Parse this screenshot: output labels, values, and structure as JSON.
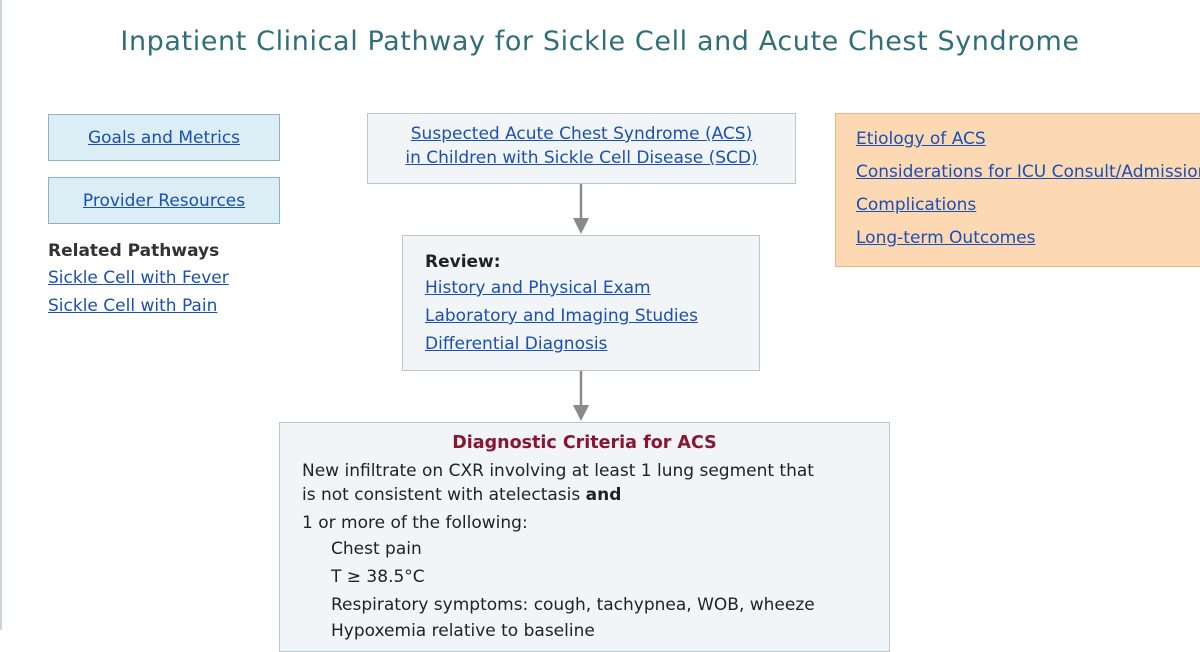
{
  "title": "Inpatient Clinical Pathway for Sickle Cell and Acute Chest Syndrome",
  "left": {
    "goals_label": "Goals and Metrics",
    "resources_label": "Provider Resources",
    "related_heading": "Related Pathways",
    "related_links": [
      "Sickle Cell with Fever",
      "Sickle Cell with Pain"
    ]
  },
  "flow": {
    "start_line1": "Suspected Acute Chest Syndrome (ACS)",
    "start_line2": "in Children with Sickle Cell Disease (SCD)",
    "review_heading": "Review:",
    "review_links": [
      "History and Physical Exam",
      "Laboratory and Imaging Studies",
      "Differential Diagnosis"
    ],
    "criteria": {
      "title": "Diagnostic Criteria for ACS",
      "line1": "New infiltrate on CXR involving at least 1 lung segment that",
      "line2": "is not consistent with atelectasis",
      "line2_bold": "and",
      "line3": "1 or more of the following:",
      "items": [
        "Chest pain",
        "T ≥ 38.5°C",
        "Respiratory symptoms: cough, tachypnea, WOB, wheeze",
        "Hypoxemia relative to baseline"
      ]
    }
  },
  "right": {
    "links": [
      "Etiology of ACS",
      "Considerations for ICU Consult/Admission",
      "Complications",
      "Long-term Outcomes"
    ]
  },
  "colors": {
    "title": "#2f6f79",
    "link": "#1a4fb8",
    "side_box_fill": "#dceef5",
    "flow_box_fill": "#f2f5f7",
    "ref_box_fill": "#fcd9b3",
    "criteria_title": "#8a1532"
  }
}
